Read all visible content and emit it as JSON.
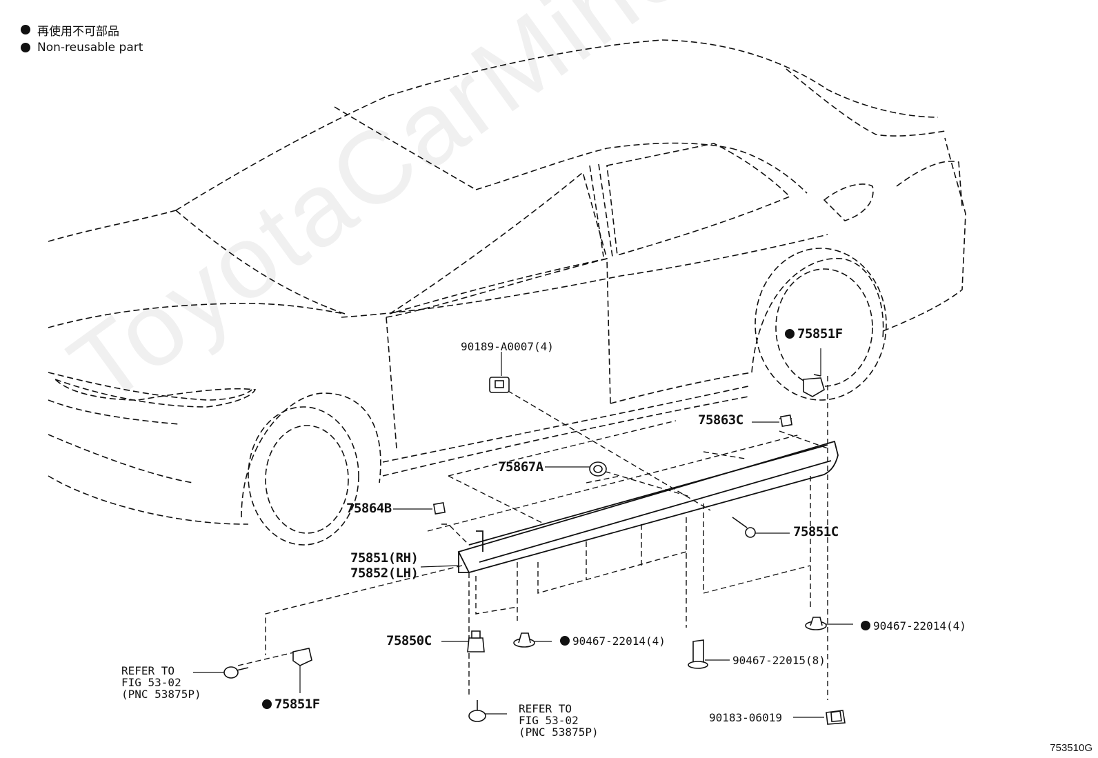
{
  "legend": {
    "items": [
      {
        "text": "再使用不可部品"
      },
      {
        "text": "Non-reusable part"
      }
    ]
  },
  "watermark": "ToyotaCarMine.ru",
  "figure_code": "753510G",
  "labels": {
    "p90189": "90189-A0007(4)",
    "p75851F_top": "75851F",
    "p75863C": "75863C",
    "p75867A": "75867A",
    "p75864B": "75864B",
    "p75851C": "75851C",
    "p75851RH": "75851(RH)",
    "p75852LH": "75852(LH)",
    "p75850C": "75850C",
    "p90467_22014_mid": "90467-22014(4)",
    "p90467_22014_right": "90467-22014(4)",
    "p90467_22015": "90467-22015(8)",
    "p90183": "90183-06019",
    "p75851F_bottom": "75851F",
    "refer1_line1": "REFER TO",
    "refer1_line2": "FIG 53-02",
    "refer1_line3": "(PNC 53875P)",
    "refer2_line1": "REFER TO",
    "refer2_line2": "FIG 53-02",
    "refer2_line3": "(PNC 53875P)"
  }
}
